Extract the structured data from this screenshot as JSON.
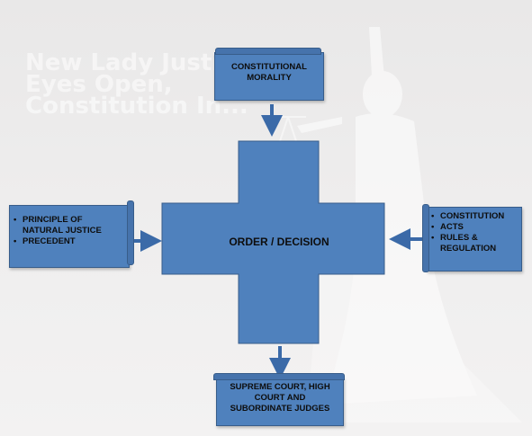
{
  "background": {
    "title_lines": [
      "New Lady Justi",
      "Eyes Open,",
      "Constitution In..."
    ],
    "subtitle_lines": [
      "........",
      "........",
      "........"
    ]
  },
  "nodes": {
    "top": {
      "lines": [
        "CONSTITUTIONAL",
        "MORALITY"
      ]
    },
    "center": {
      "label": "ORDER / DECISION"
    },
    "left": {
      "items": [
        "PRINCIPLE OF NATURAL JUSTICE",
        "PRECEDENT"
      ]
    },
    "right": {
      "items": [
        "CONSTITUTION",
        "ACTS",
        "RULES & REGULATION"
      ]
    },
    "bottom": {
      "lines": [
        "SUPREME COURT, HIGH",
        "COURT AND",
        "SUBORDINATE JUDGES"
      ]
    }
  },
  "colors": {
    "box_fill": "#4f81bd",
    "box_border": "#385d8a",
    "arrow": "#3b6aa8",
    "background": "#ececec"
  }
}
